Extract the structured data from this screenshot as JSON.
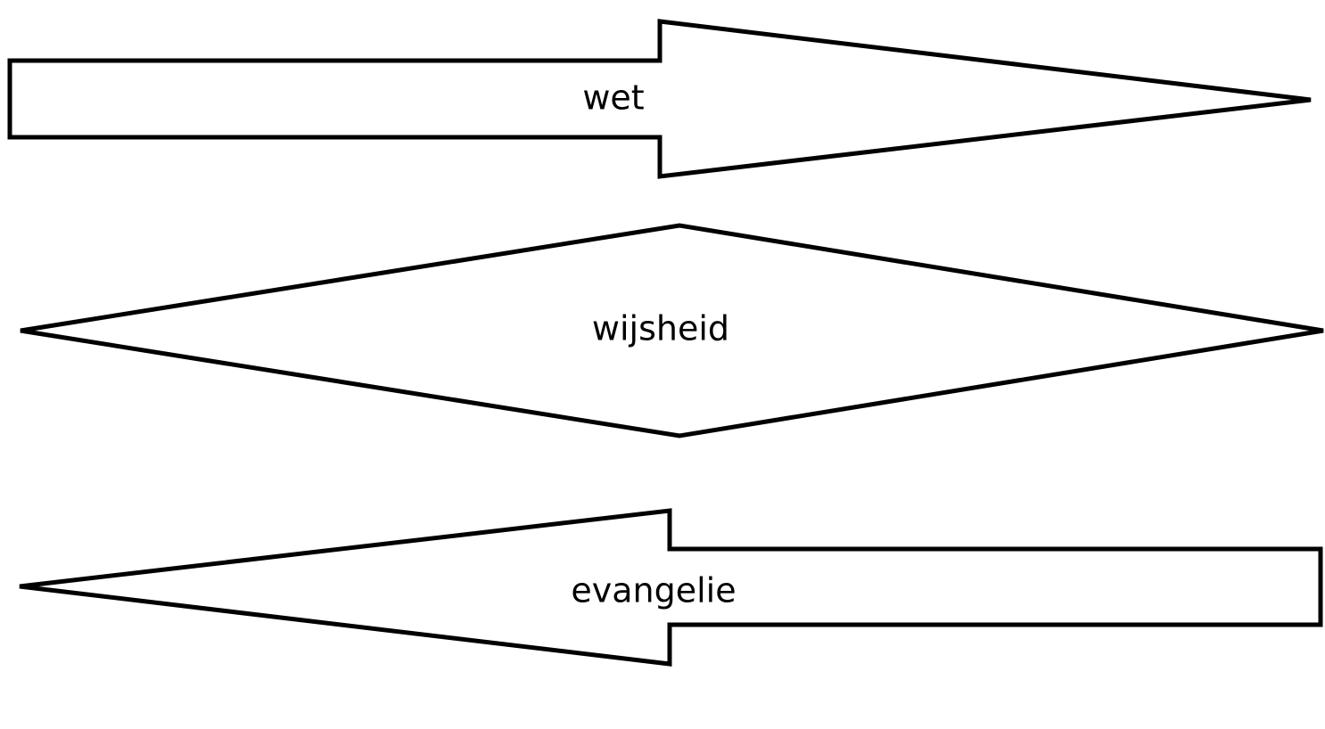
{
  "shapes": {
    "top_arrow": {
      "label": "wet",
      "direction": "right"
    },
    "middle_diamond": {
      "label": "wijsheid"
    },
    "bottom_arrow": {
      "label": "evangelie",
      "direction": "left"
    }
  },
  "colors": {
    "stroke": "#000000",
    "fill": "#ffffff",
    "text": "#000000"
  }
}
